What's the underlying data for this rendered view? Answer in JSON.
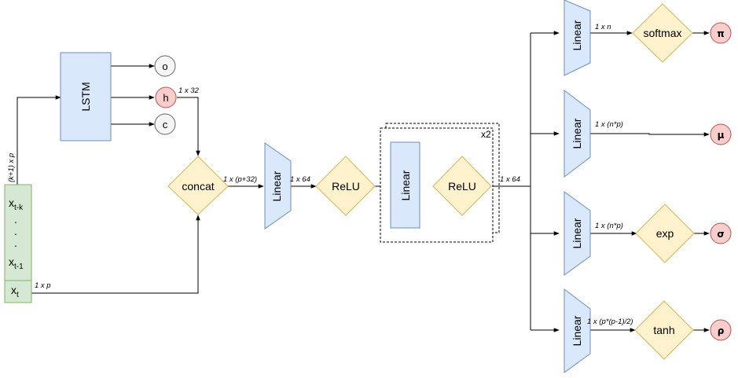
{
  "colors": {
    "blue_fill": "#dae8fc",
    "blue_stroke": "#6c8ebf",
    "yellow_fill": "#fff2cc",
    "yellow_stroke": "#d6b656",
    "red_fill": "#f8cecc",
    "red_stroke": "#b85450",
    "gray_fill": "#f5f5f5",
    "gray_stroke": "#666666",
    "green_fill": "#d5e8d4",
    "green_stroke": "#82b366"
  },
  "input_stack": {
    "top_label": "x",
    "top_sub": "t-k",
    "dot": ".",
    "mid_label": "x",
    "mid_sub": "t-1",
    "bottom_label": "x",
    "bottom_sub": "t"
  },
  "lstm": {
    "label": "LSTM"
  },
  "lstm_outputs": {
    "o": "o",
    "h": "h",
    "c": "c"
  },
  "concat": {
    "label": "concat"
  },
  "linear_label": "Linear",
  "relu_label": "ReLU",
  "repeat_label": "x2",
  "heads": {
    "softmax": "softmax",
    "exp": "exp",
    "tanh": "tanh"
  },
  "outputs": {
    "pi": "π",
    "mu": "μ",
    "sigma": "σ",
    "rho": "ρ"
  },
  "edge_labels": {
    "seq_to_lstm": "(k+1) x p",
    "h_dim": "1 x 32",
    "xt_dim": "1 x p",
    "concat_dim": "1 x (p+32)",
    "linear1_dim": "1 x 64",
    "block_dim": "1 x 64",
    "pi_dim": "1 x n",
    "mu_dim": "1 x (n*p)",
    "sigma_dim": "1 x (n*p)",
    "rho_dim": "1 x (p*(p-1)/2)"
  }
}
